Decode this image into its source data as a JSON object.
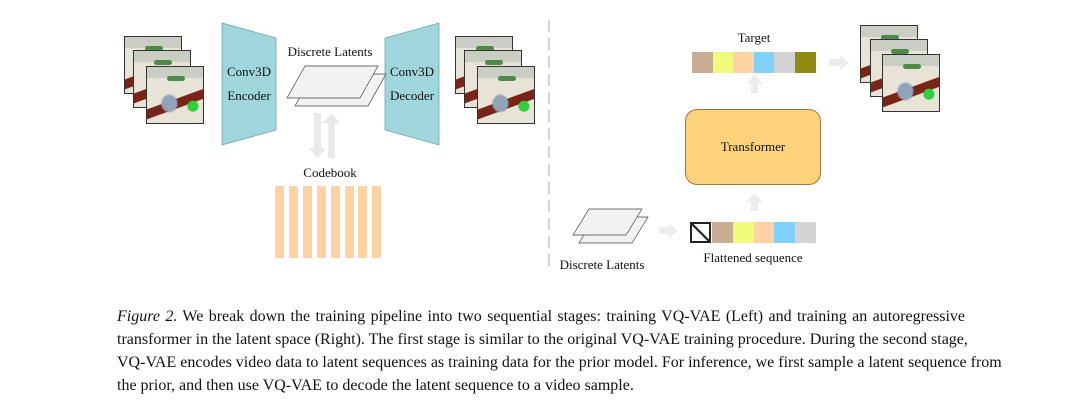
{
  "figure": {
    "left": {
      "encoder_label_1": "Conv3D",
      "encoder_label_2": "Encoder",
      "decoder_label_1": "Conv3D",
      "decoder_label_2": "Decoder",
      "latents_label": "Discrete Latents",
      "codebook_label": "Codebook",
      "codebook_entries": 8
    },
    "right": {
      "target_label": "Target",
      "transformer_label": "Transformer",
      "sequence_label": "Flattened sequence",
      "latents_label": "Discrete Latents",
      "target_colors": [
        "#c8ad93",
        "#f1fb7b",
        "#fdd3a3",
        "#7fd1fb",
        "#d3d3d3",
        "#8f8b10"
      ],
      "sequence_colors": [
        "#c8ad93",
        "#f1fb7b",
        "#fdd3a3",
        "#7fd1fb",
        "#d3d3d3"
      ]
    },
    "colors": {
      "conv": "#9fd6dc",
      "transformer": "#fdd27a",
      "arrow": "#e9e9e9"
    }
  },
  "caption": {
    "label": "Figure 2.",
    "lines": [
      " We break down the training pipeline into two sequential stages: training VQ-VAE (Left) and training an autoregressive",
      "transformer in the latent space (Right). The first stage is similar to the original VQ-VAE training procedure. During the second stage,",
      "VQ-VAE encodes video data to latent sequences as training data for the prior model. For inference, we first sample a latent sequence from",
      "the prior, and then use VQ-VAE to decode the latent sequence to a video sample."
    ]
  }
}
